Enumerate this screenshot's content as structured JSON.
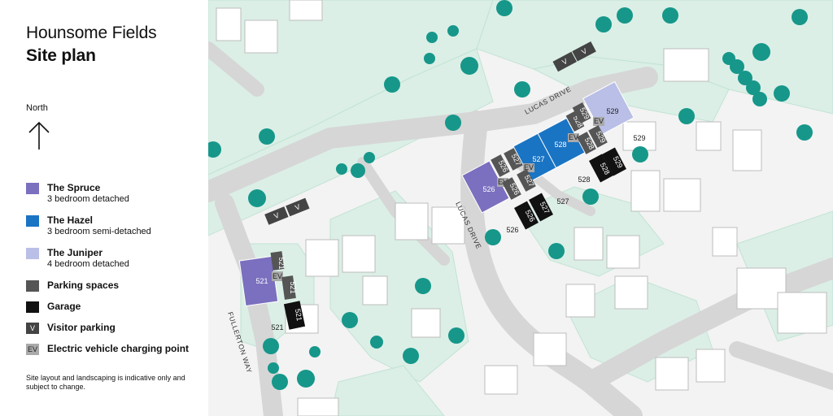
{
  "header": {
    "development_name": "Hounsome Fields",
    "title": "Site plan"
  },
  "north": {
    "label": "North",
    "icon": "north-arrow-icon"
  },
  "legend": {
    "spruce": {
      "title": "The Spruce",
      "subtitle": "3 bedroom detached",
      "color": "#7b6fbf"
    },
    "hazel": {
      "title": "The Hazel",
      "subtitle": "3 bedroom semi-detached",
      "color": "#1a74c4"
    },
    "juniper": {
      "title": "The Juniper",
      "subtitle": "4 bedroom detached",
      "color": "#b9bfe6"
    },
    "parking": {
      "title": "Parking spaces",
      "color": "#555555"
    },
    "garage": {
      "title": "Garage",
      "color": "#111111"
    },
    "visitor": {
      "title": "Visitor parking",
      "symbol": "V",
      "color": "#444444"
    },
    "ev": {
      "title": "Electric vehicle charging point",
      "symbol": "EV",
      "color": "#aaaaaa"
    }
  },
  "disclaimer": "Site layout and landscaping is indicative only and subject to change.",
  "map": {
    "roads": {
      "lucas_drive_north": "LUCAS DRIVE",
      "lucas_drive_south": "LUCAS DRIVE",
      "fullerton_way": "FULLERTON WAY"
    },
    "plots": {
      "p521": "521",
      "p526": "526",
      "p527": "527",
      "p528": "528",
      "p529": "529"
    },
    "symbols": {
      "visitor": "V",
      "ev": "EV"
    },
    "colors": {
      "greenspace": "#dbefe6",
      "road": "#d9d9d9",
      "tree": "#16978a",
      "building": "#ffffff"
    }
  }
}
